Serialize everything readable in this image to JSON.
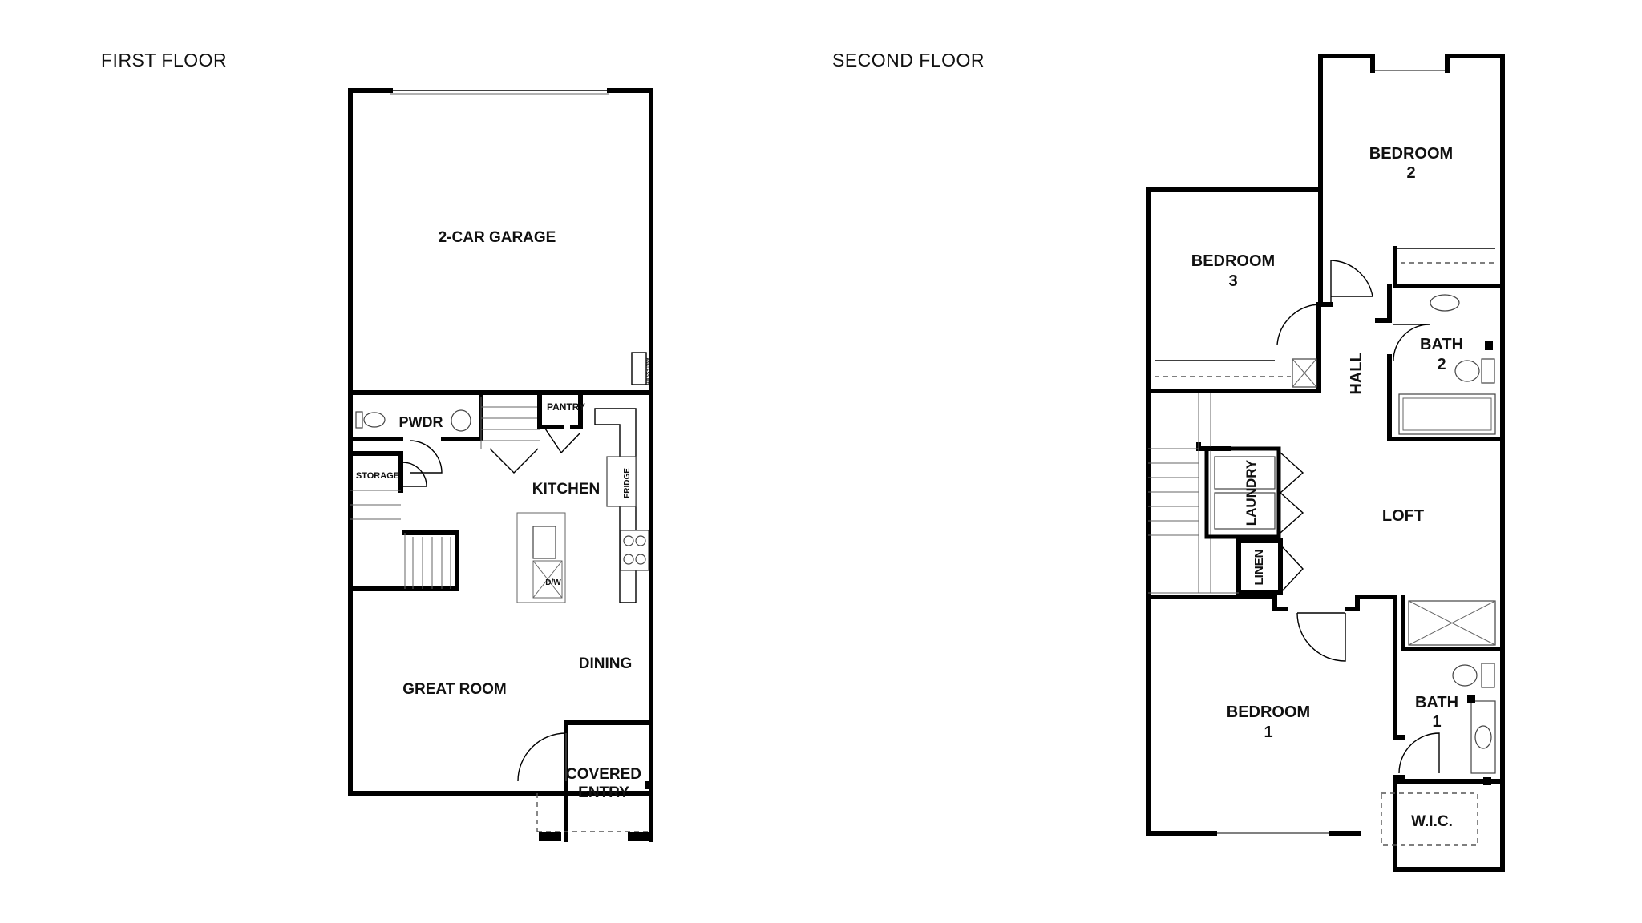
{
  "floors": {
    "first": "FIRST FLOOR",
    "second": "SECOND FLOOR"
  },
  "first_floor_rooms": {
    "garage": "2-CAR GARAGE",
    "tankless": "TANKLESS WH",
    "pwdr": "PWDR",
    "pantry": "PANTRY",
    "storage": "STORAGE",
    "kitchen": "KITCHEN",
    "fridge": "FRIDGE",
    "dw": "D/W",
    "dining": "DINING",
    "great_room": "GREAT ROOM",
    "covered_entry_1": "COVERED",
    "covered_entry_2": "ENTRY"
  },
  "second_floor_rooms": {
    "bedroom2_a": "BEDROOM",
    "bedroom2_b": "2",
    "bedroom3_a": "BEDROOM",
    "bedroom3_b": "3",
    "bath2_a": "BATH",
    "bath2_b": "2",
    "hall": "HALL",
    "laundry": "LAUNDRY",
    "loft": "LOFT",
    "linen": "LINEN",
    "bedroom1_a": "BEDROOM",
    "bedroom1_b": "1",
    "bath1_a": "BATH",
    "bath1_b": "1",
    "wic": "W.I.C."
  }
}
